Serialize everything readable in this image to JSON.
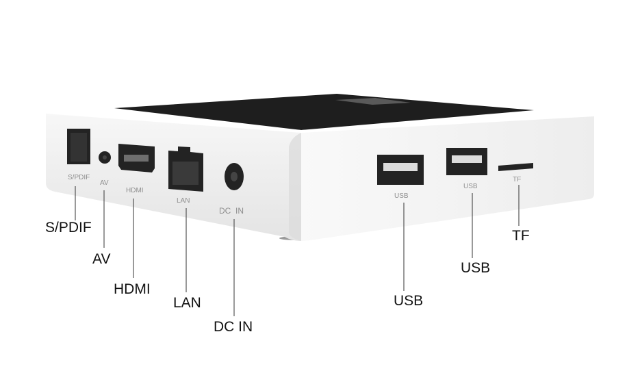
{
  "device": {
    "top_color": "#1e1e1e",
    "body_color": "#e9e9e9",
    "side_color": "#f5f5f5",
    "port_color": "#232323",
    "port_labels": {
      "spdif": "S/PDIF",
      "av": "AV",
      "hdmi": "HDMI",
      "lan": "LAN",
      "dc_in": "DC  IN",
      "usb_1": "USB",
      "usb_2": "USB",
      "tf": "TF"
    }
  },
  "callouts": {
    "spdif": "S/PDIF",
    "av": "AV",
    "hdmi": "HDMI",
    "lan": "LAN",
    "dc_in": "DC IN",
    "usb_1": "USB",
    "usb_2": "USB",
    "tf": "TF"
  }
}
